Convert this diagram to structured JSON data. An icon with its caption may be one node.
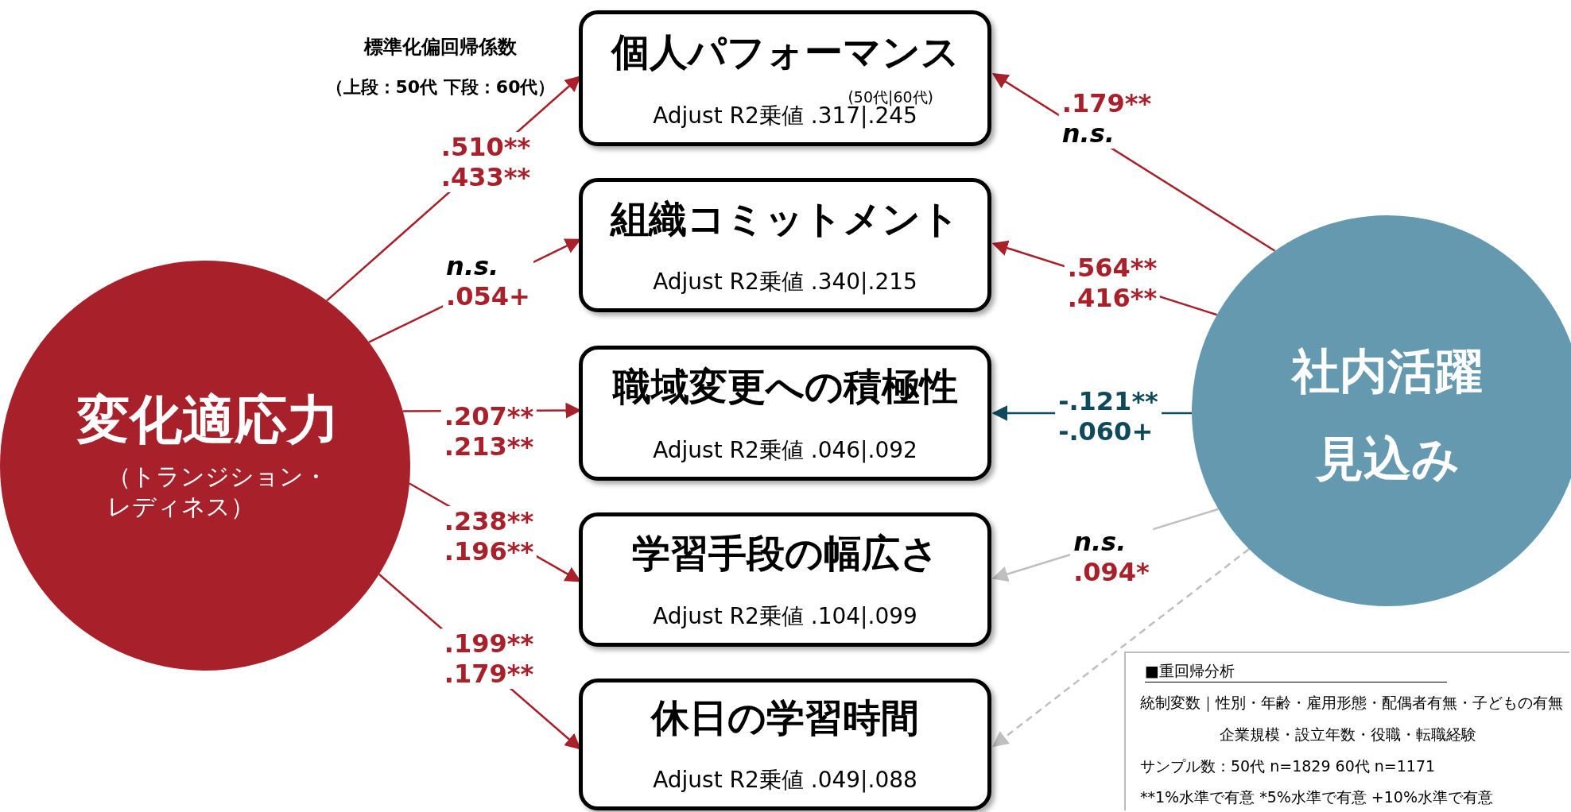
{
  "diagram": {
    "nodes": [
      {
        "text": [
          "変化適応力",
          "（トランジション・レディネス）"
        ]
      },
      {
        "text": [
          "個人パフォーマンス",
          "(50代|60代)",
          "Adjust R2乗値 .317|.245"
        ]
      },
      {
        "text": [
          "組織コミットメント",
          "Adjust R2乗値 .340|.215"
        ]
      },
      {
        "text": [
          "職域変更への積極性",
          "Adjust R2乗値 .046|.092"
        ]
      },
      {
        "text": [
          "学習手段の幅広さ",
          "Adjust R2乗値 .104|.099"
        ]
      },
      {
        "text": [
          "休日の学習時間",
          "Adjust R2乗値 .049|.088"
        ]
      },
      {
        "text": [
          "社内活躍見込み"
        ]
      }
    ],
    "edges": [
      {
        "from": 0,
        "to": 1,
        "arrow": "to",
        "label": ".510** .433**"
      },
      {
        "from": 0,
        "to": 2,
        "arrow": "to",
        "label": "n.s. .054+"
      },
      {
        "from": 0,
        "to": 3,
        "arrow": "to",
        "label": ".207** .213**"
      },
      {
        "from": 0,
        "to": 4,
        "arrow": "to",
        "label": ".238** .196**"
      },
      {
        "from": 0,
        "to": 5,
        "arrow": "to",
        "label": ".199** .179**"
      },
      {
        "from": 6,
        "to": 1,
        "arrow": "to",
        "label": ".179** n.s."
      },
      {
        "from": 6,
        "to": 2,
        "arrow": "to",
        "label": ".564** .416**"
      },
      {
        "from": 6,
        "to": 3,
        "arrow": "to",
        "label": "-.121** -.060+",
        "color": "#0e4a5c"
      },
      {
        "from": 6,
        "to": 4,
        "arrow": "to",
        "label": "n.s. .094*",
        "color": "#bfbfbf"
      },
      {
        "from": 6,
        "to": 5,
        "arrow": "to",
        "style": "dashed",
        "color": "#bfbfbf"
      }
    ],
    "labels": [
      "標準化偏回帰係数",
      "（上段：50代 下段：60代）",
      "■重回帰分析",
      "統制変数｜性別・年齢・雇用形態・配偶者有無・子どもの有無",
      "企業規模・設立年数・役職・転職経験",
      "サンプル数：50代 n=1829 60代 n=1171",
      "**1%水準で有意 *5%水準で有意 +10%水準で有意"
    ]
  }
}
